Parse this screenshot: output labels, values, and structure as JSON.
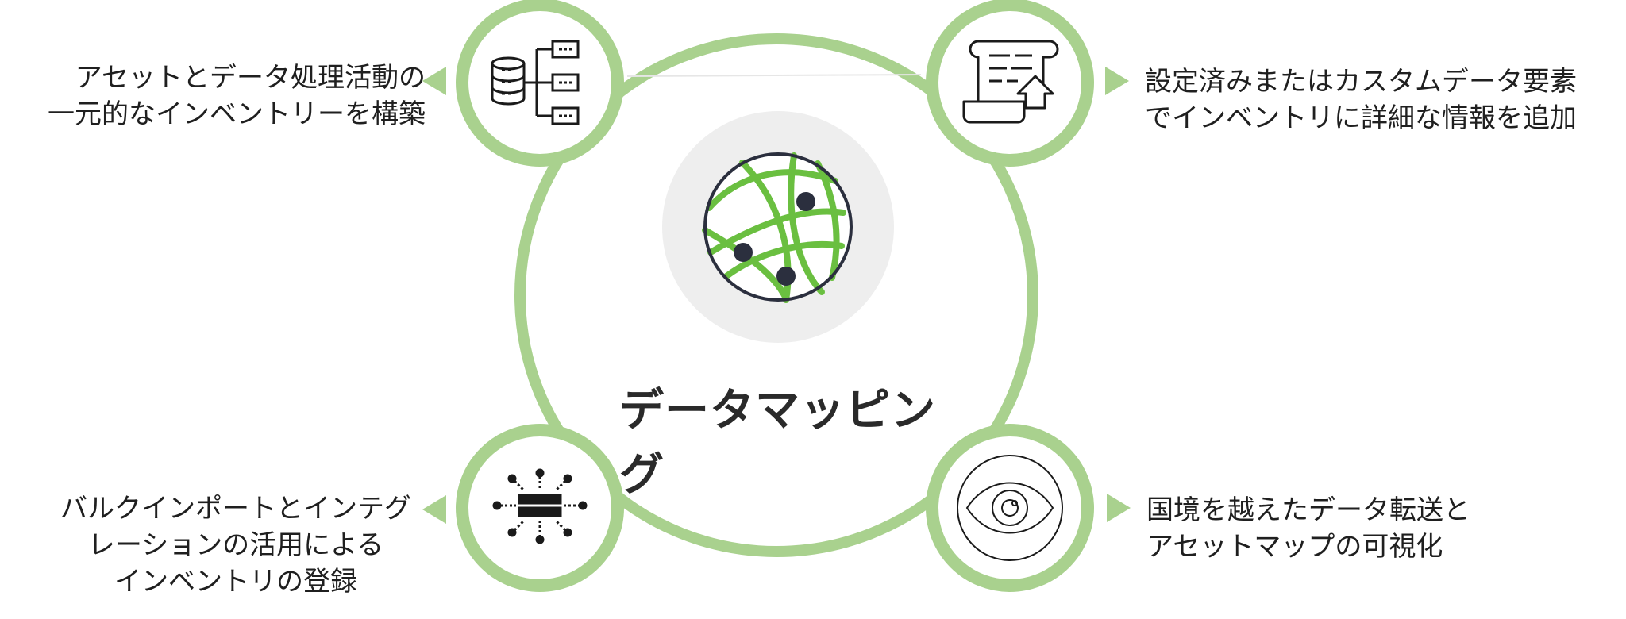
{
  "center": {
    "title": "データマッピング",
    "icon": "globe-network-icon"
  },
  "items": [
    {
      "position": "top-left",
      "icon": "database-hierarchy-icon",
      "lines": [
        "アセットとデータ処理活動の",
        "一元的なインベントリーを構築"
      ]
    },
    {
      "position": "top-right",
      "icon": "document-upload-icon",
      "lines": [
        "設定済みまたはカスタムデータ要素",
        "でインベントリに詳細な情報を追加"
      ]
    },
    {
      "position": "bottom-left",
      "icon": "server-integration-icon",
      "lines": [
        "バルクインポートとインテグ",
        "レーションの活用による",
        "インベントリの登録"
      ]
    },
    {
      "position": "bottom-right",
      "icon": "eye-icon",
      "lines": [
        "国境を越えたデータ転送と",
        "アセットマップの可視化"
      ]
    }
  ],
  "colors": {
    "ring": "#a9d18e",
    "globe_lines": "#6abf40",
    "dark": "#2b2f3e",
    "center_bg": "#eeeeee"
  }
}
